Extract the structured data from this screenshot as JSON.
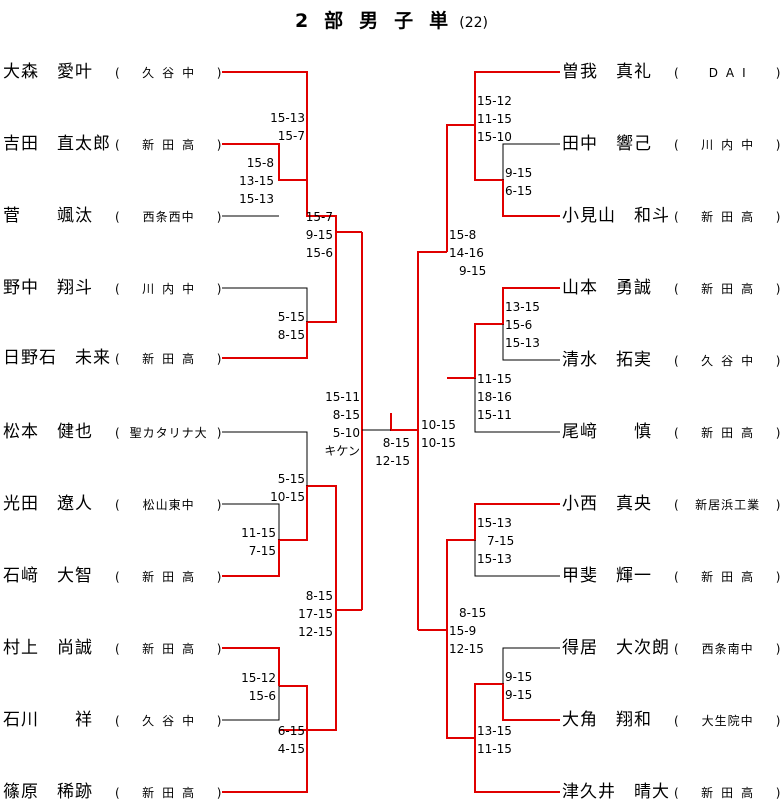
{
  "title": {
    "main": "2部男子単",
    "count": "(22)"
  },
  "players_left": [
    {
      "name": "大森　愛叶",
      "team": "久谷中"
    },
    {
      "name": "吉田　直太郎",
      "team": "新田高"
    },
    {
      "name": "菅　　颯汰",
      "team": "西条西中"
    },
    {
      "name": "野中　翔斗",
      "team": "川内中"
    },
    {
      "name": "日野石　未来",
      "team": "新田高"
    },
    {
      "name": "松本　健也",
      "team": "聖カタリナ大"
    },
    {
      "name": "光田　遼人",
      "team": "松山東中"
    },
    {
      "name": "石﨑　大智",
      "team": "新田高"
    },
    {
      "name": "村上　尚誠",
      "team": "新田高"
    },
    {
      "name": "石川　　祥",
      "team": "久谷中"
    },
    {
      "name": "篠原　稀跡",
      "team": "新田高"
    }
  ],
  "players_right": [
    {
      "name": "曽我　真礼",
      "team": "DAI"
    },
    {
      "name": "田中　響己",
      "team": "川内中"
    },
    {
      "name": "小見山　和斗",
      "team": "新田高"
    },
    {
      "name": "山本　勇誠",
      "team": "新田高"
    },
    {
      "name": "清水　拓実",
      "team": "久谷中"
    },
    {
      "name": "尾﨑　　慎",
      "team": "新田高"
    },
    {
      "name": "小西　真央",
      "team": "新居浜工業"
    },
    {
      "name": "甲斐　輝一",
      "team": "新田高"
    },
    {
      "name": "得居　大次朗",
      "team": "西条南中"
    },
    {
      "name": "大角　翔和",
      "team": "大生院中"
    },
    {
      "name": "津久井　晴大",
      "team": "新田高"
    }
  ],
  "scores": {
    "l1": [
      "15-13",
      "15-7"
    ],
    "l2": [
      "15-8",
      "13-15",
      "15-13"
    ],
    "l3": [
      "15-7",
      "9-15",
      "15-6"
    ],
    "l4": [
      "5-15",
      "8-15"
    ],
    "l5": [
      "15-11",
      "8-15",
      "5-10",
      "キケン"
    ],
    "l6": [
      "5-15",
      "10-15"
    ],
    "l7": [
      "11-15",
      "7-15"
    ],
    "l8": [
      "8-15",
      "17-15",
      "12-15"
    ],
    "l9": [
      "15-12",
      "15-6"
    ],
    "l10": [
      "6-15",
      "4-15"
    ],
    "final": [
      "8-15",
      "12-15"
    ],
    "r1": [
      "15-12",
      "11-15",
      "15-10"
    ],
    "r2": [
      "9-15",
      "6-15"
    ],
    "r3": [
      "15-8",
      "14-16",
      "9-15"
    ],
    "r4": [
      "13-15",
      "15-6",
      "15-13"
    ],
    "r5": [
      "11-15",
      "18-16",
      "15-11"
    ],
    "r6": [
      "10-15",
      "10-15"
    ],
    "r7": [
      "15-13",
      "7-15",
      "15-13"
    ],
    "r8": [
      "8-15",
      "15-9",
      "12-15"
    ],
    "r9": [
      "9-15",
      "9-15"
    ],
    "r10": [
      "13-15",
      "11-15"
    ]
  },
  "colors": {
    "winner_line": "#e00000",
    "normal_line": "#000000"
  }
}
